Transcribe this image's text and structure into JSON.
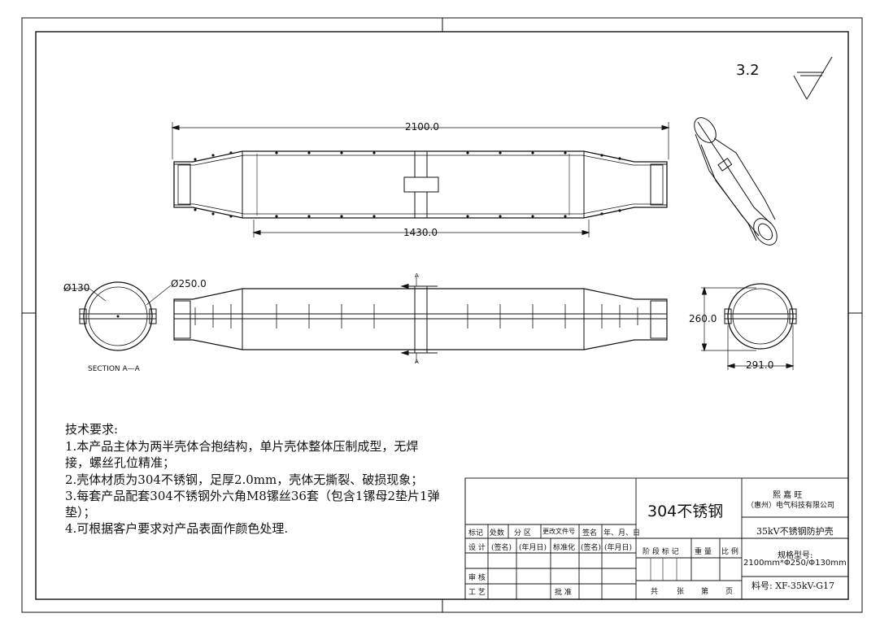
{
  "drawing": {
    "surface_roughness": "3.2",
    "dimensions": {
      "overall_length": "2100.0",
      "body_length": "1430.0",
      "dia_small": "Ø130",
      "dia_large": "Ø250.0",
      "height": "260.0",
      "width": "291.0"
    },
    "section_label": "SECTION A—A",
    "section_marker": "A"
  },
  "requirements": {
    "heading": "技术要求:",
    "lines": [
      "1.本产品主体为两半壳体合抱结构，单片壳体整体压制成型，无焊",
      "接，螺丝孔位精准；",
      "2.壳体材质为304不锈钢，足厚2.0mm，壳体无撕裂、破损现象；",
      "3.每套产品配套304不锈钢外六角M8镙丝36套（包含1镙母2垫片1弹",
      "垫）；",
      "4.可根据客户要求对产品表面作颜色处理."
    ]
  },
  "title_block": {
    "material": "304不锈钢",
    "company_line1": "熙 嘉 旺",
    "company_line2": "（惠州）电气科技有限公司",
    "product_name": "35kV不锈钢防护壳",
    "spec_label": "规格型号:",
    "spec_value": "2100mm*Φ250/Φ130mm",
    "part_no": "料号: XF-35kV-G17",
    "rev_headers": [
      "标记",
      "处数",
      "分 区",
      "更改文件号",
      "签名",
      "年、月、日"
    ],
    "row_design": [
      "设 计",
      "(签名)",
      "(年月日)",
      "标准化",
      "(签名)",
      "(年月日)"
    ],
    "row_review": "审 核",
    "row_process": "工 艺",
    "approve": "批 准",
    "stage_labels": [
      "阶 段 标 记",
      "重 量",
      "比 例"
    ],
    "sheet_labels": [
      "共",
      "张",
      "第",
      "页"
    ]
  }
}
